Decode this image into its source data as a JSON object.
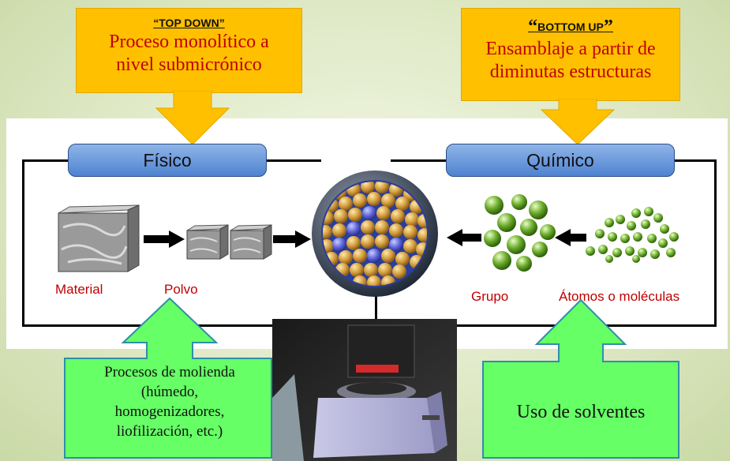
{
  "top_down": {
    "heading": "“TOP DOWN”",
    "description_line1": "Proceso monolítico a",
    "description_line2": "nivel submicrónico"
  },
  "bottom_up": {
    "heading_open_quote": "“",
    "heading_text": "BOTTOM UP",
    "heading_close_quote": "”",
    "description_line1": "Ensamblaje a partir de",
    "description_line2": "diminutas estructuras"
  },
  "physical": {
    "tab_label": "Físico",
    "material_label": "Material",
    "powder_label": "Polvo"
  },
  "chemical": {
    "tab_label": "Químico",
    "group_label": "Grupo",
    "atoms_label": "Átomos o moléculas"
  },
  "milling_note": {
    "line1": "Procesos de molienda",
    "line2": "(húmedo,",
    "line3": "homogenizadores,",
    "line4": "liofilización, etc.)"
  },
  "solvents_note": {
    "text": "Uso de solventes"
  },
  "colors": {
    "callout_fill": "#ffc000",
    "callout_text": "#c00000",
    "green_arrow": "#66ff66",
    "tab_fill": "#4f83d1",
    "label_red": "#c00000"
  }
}
